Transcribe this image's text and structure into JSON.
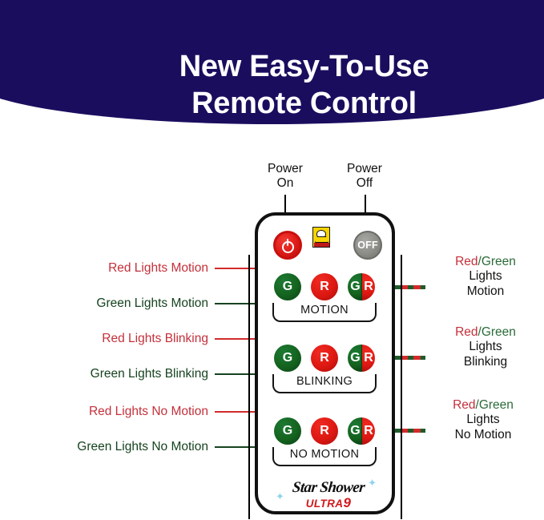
{
  "header": {
    "title": "New Easy-To-Use\nRemote Control",
    "background_color": "#1b0d5e",
    "text_color": "#ffffff"
  },
  "colors": {
    "red": "#c4303a",
    "green": "#16431f",
    "black": "#111111",
    "navy": "#1b0d5e",
    "button_red": "#dd1812",
    "button_green": "#14631f",
    "button_gray": "#8d8d88"
  },
  "remote": {
    "power_on_label": "Power\nOn",
    "power_off_label": "Power\nOff",
    "power_on_icon": "power-symbol-icon",
    "power_off_text": "OFF",
    "badge_icon": "as-seen-on-tv-badge-icon",
    "rows": [
      {
        "group_label": "MOTION",
        "green_button": "G",
        "red_button": "R",
        "split_green": "G",
        "split_red": "R"
      },
      {
        "group_label": "BLINKING",
        "green_button": "G",
        "red_button": "R",
        "split_green": "G",
        "split_red": "R"
      },
      {
        "group_label": "NO MOTION",
        "green_button": "G",
        "red_button": "R",
        "split_green": "G",
        "split_red": "R"
      }
    ],
    "brand": {
      "name": "Star Shower",
      "sub_prefix": "ULTRA",
      "sub_number": "9"
    }
  },
  "callouts": {
    "left": [
      {
        "text": "Red Lights Motion",
        "color": "red"
      },
      {
        "text": "Green Lights Motion",
        "color": "green"
      },
      {
        "text": "Red Lights Blinking",
        "color": "red"
      },
      {
        "text": "Green Lights Blinking",
        "color": "green"
      },
      {
        "text": "Red Lights No Motion",
        "color": "red"
      },
      {
        "text": "Green Lights No Motion",
        "color": "green"
      }
    ],
    "right": [
      {
        "red_word": "Red",
        "slash": "/",
        "green_word": "Green",
        "line2": "Lights",
        "line3": "Motion"
      },
      {
        "red_word": "Red",
        "slash": "/",
        "green_word": "Green",
        "line2": "Lights",
        "line3": "Blinking"
      },
      {
        "red_word": "Red",
        "slash": "/",
        "green_word": "Green",
        "line2": "Lights",
        "line3": "No Motion"
      }
    ]
  }
}
